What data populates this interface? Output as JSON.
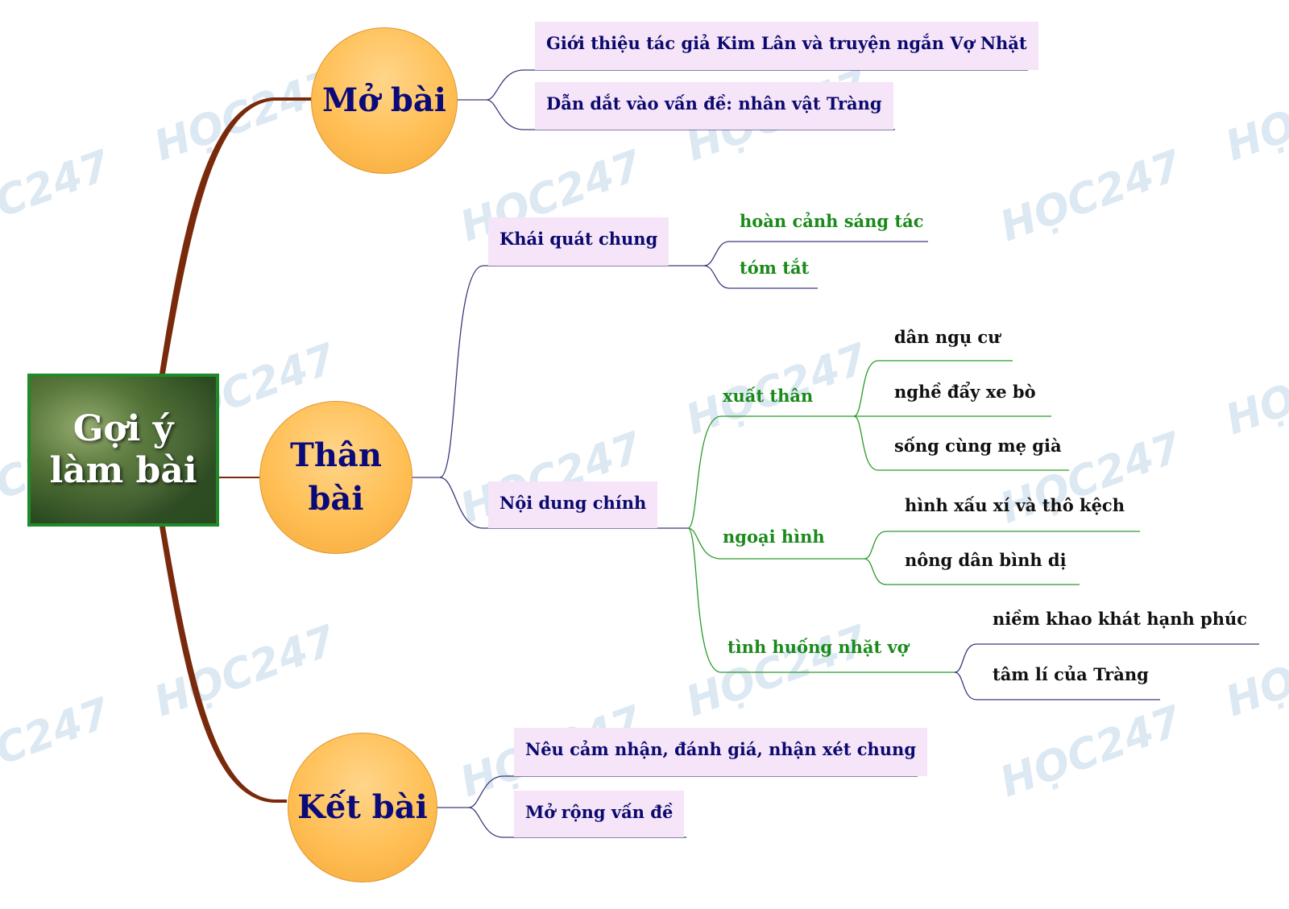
{
  "watermark": "HỌC247",
  "center": {
    "line1": "Gợi ý",
    "line2": "làm bài"
  },
  "sections": {
    "mo_bai": {
      "title": "Mở bài",
      "items": [
        "Giới thiệu tác giả Kim Lân và truyện ngắn Vợ Nhặt",
        "Dẫn dắt vào vấn đề: nhân vật Tràng"
      ]
    },
    "than_bai": {
      "title_line1": "Thân",
      "title_line2": "bài",
      "khai_quat": {
        "label": "Khái quát chung",
        "items": [
          "hoàn cảnh sáng tác",
          "tóm tắt"
        ]
      },
      "noi_dung": {
        "label": "Nội dung chính",
        "xuat_than": {
          "label": "xuất thân",
          "items": [
            "dân ngụ cư",
            "nghề đẩy xe bò",
            "sống cùng mẹ già"
          ]
        },
        "ngoai_hinh": {
          "label": "ngoại hình",
          "items": [
            "hình xấu xí và thô kệch",
            "nông dân bình dị"
          ]
        },
        "tinh_huong": {
          "label": "tình huống nhặt vợ",
          "items": [
            "niềm khao khát hạnh phúc",
            "tâm lí của Tràng"
          ]
        }
      }
    },
    "ket_bai": {
      "title": "Kết bài",
      "items": [
        "Nêu cảm nhận, đánh giá, nhận xét chung",
        "Mở rộng vấn đề"
      ]
    }
  },
  "colors": {
    "main_branch": "#7a2a0c",
    "sub_branch": "#3a3a7a",
    "green_branch": "#2a9a2a",
    "box_bg": "#f6e4f8",
    "circle": "#ffbf55"
  }
}
